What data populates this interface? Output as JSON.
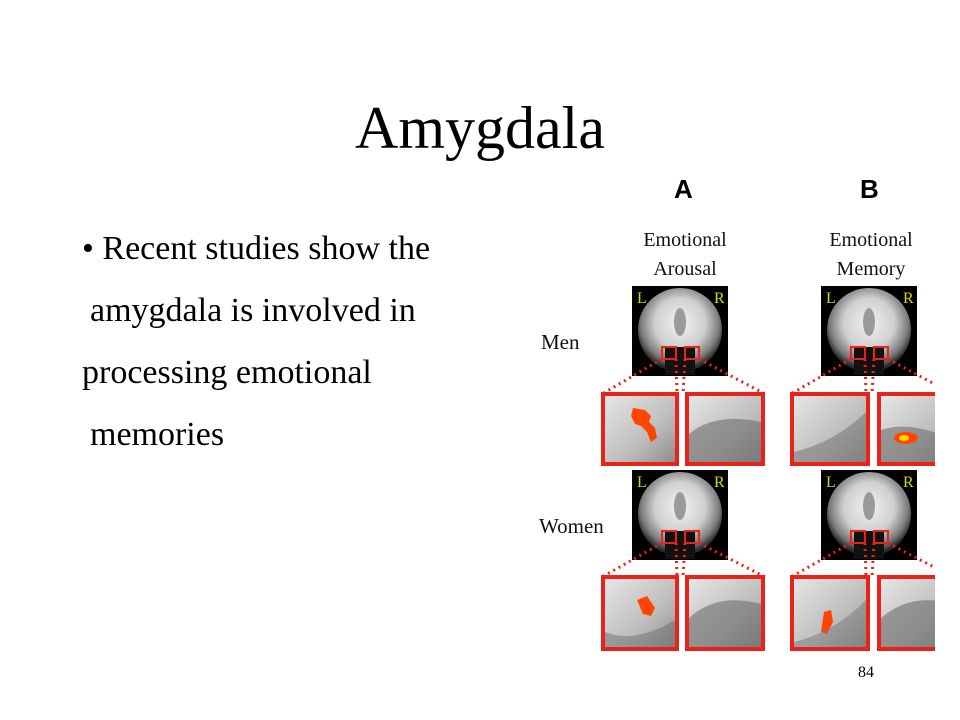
{
  "slide": {
    "title": "Amygdala",
    "bullet_lines": [
      "•  Recent studies show the",
      "amygdala is involved in",
      "processing emotional",
      "memories"
    ],
    "slide_number": "84"
  },
  "figure": {
    "panels": [
      "A",
      "B"
    ],
    "column_headers": [
      {
        "line1": "Emotional",
        "line2": "Arousal"
      },
      {
        "line1": "Emotional",
        "line2": "Memory"
      }
    ],
    "row_labels": [
      "Men",
      "Women"
    ],
    "hemisphere_labels": {
      "left": "L",
      "right": "R"
    },
    "colors": {
      "box_red": "#e8231c",
      "activation_orange": "#ff4500",
      "activation_yellow": "#ffd700"
    }
  }
}
